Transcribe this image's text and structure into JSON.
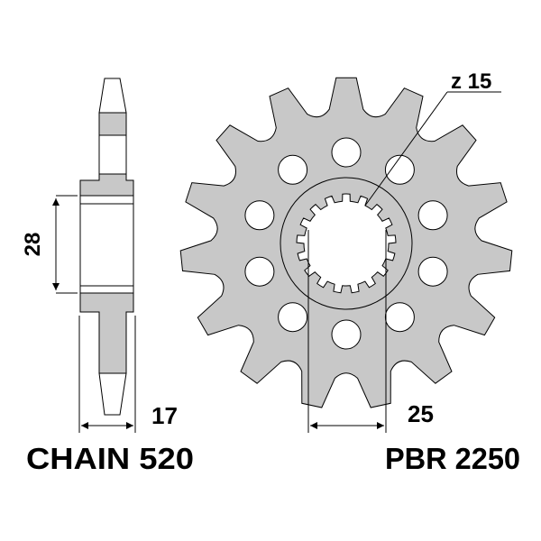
{
  "labels": {
    "teeth": "z 15",
    "hub_width": "17",
    "hub_diameter": "28",
    "spline_width": "25",
    "chain": "CHAIN 520",
    "part_number": "PBR 2250"
  },
  "sprocket": {
    "teeth": 15,
    "bolt_holes": 10,
    "spline_teeth": 17
  },
  "colors": {
    "fill": "#c8c8c8",
    "line": "#000000",
    "background": "#ffffff"
  }
}
